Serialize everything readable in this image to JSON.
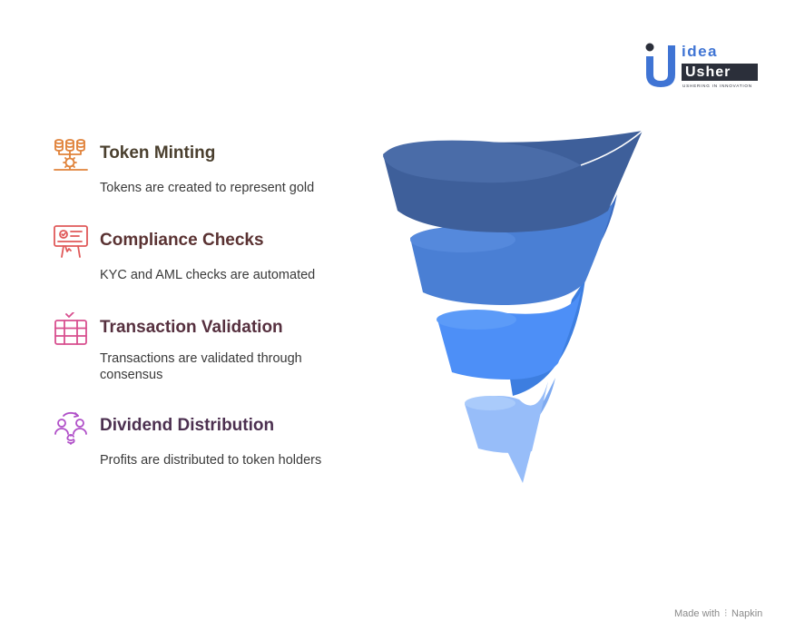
{
  "logo": {
    "word1": "idea",
    "word2": "Usher",
    "tagline": "USHERING IN INNOVATION"
  },
  "steps": [
    {
      "title": "Token Minting",
      "description": "Tokens are created to represent gold",
      "icon": "coins-stack-icon",
      "color": "#e0823a"
    },
    {
      "title": "Compliance Checks",
      "description": "KYC and AML checks are automated",
      "icon": "presentation-board-icon",
      "color": "#e05a5a"
    },
    {
      "title": "Transaction Validation",
      "description": "Transactions are validated through consensus",
      "icon": "ledger-check-icon",
      "color": "#d84f8f"
    },
    {
      "title": "Dividend Distribution",
      "description": "Profits are distributed to token holders",
      "icon": "people-exchange-icon",
      "color": "#b04fc8"
    }
  ],
  "title_colors": [
    "#4a3f2e",
    "#5a3232",
    "#56303f",
    "#4c3050"
  ],
  "funnel": {
    "layer_colors": [
      "#3e5f9a",
      "#4a7fd4",
      "#4d8ff7",
      "#97bdf9"
    ],
    "back_colors": [
      "#2f4f86",
      "#3c6cc0",
      "#3d7ee0",
      "#7eaaf0"
    ]
  },
  "credit": {
    "made_with": "Made with",
    "brand": "Napkin"
  }
}
